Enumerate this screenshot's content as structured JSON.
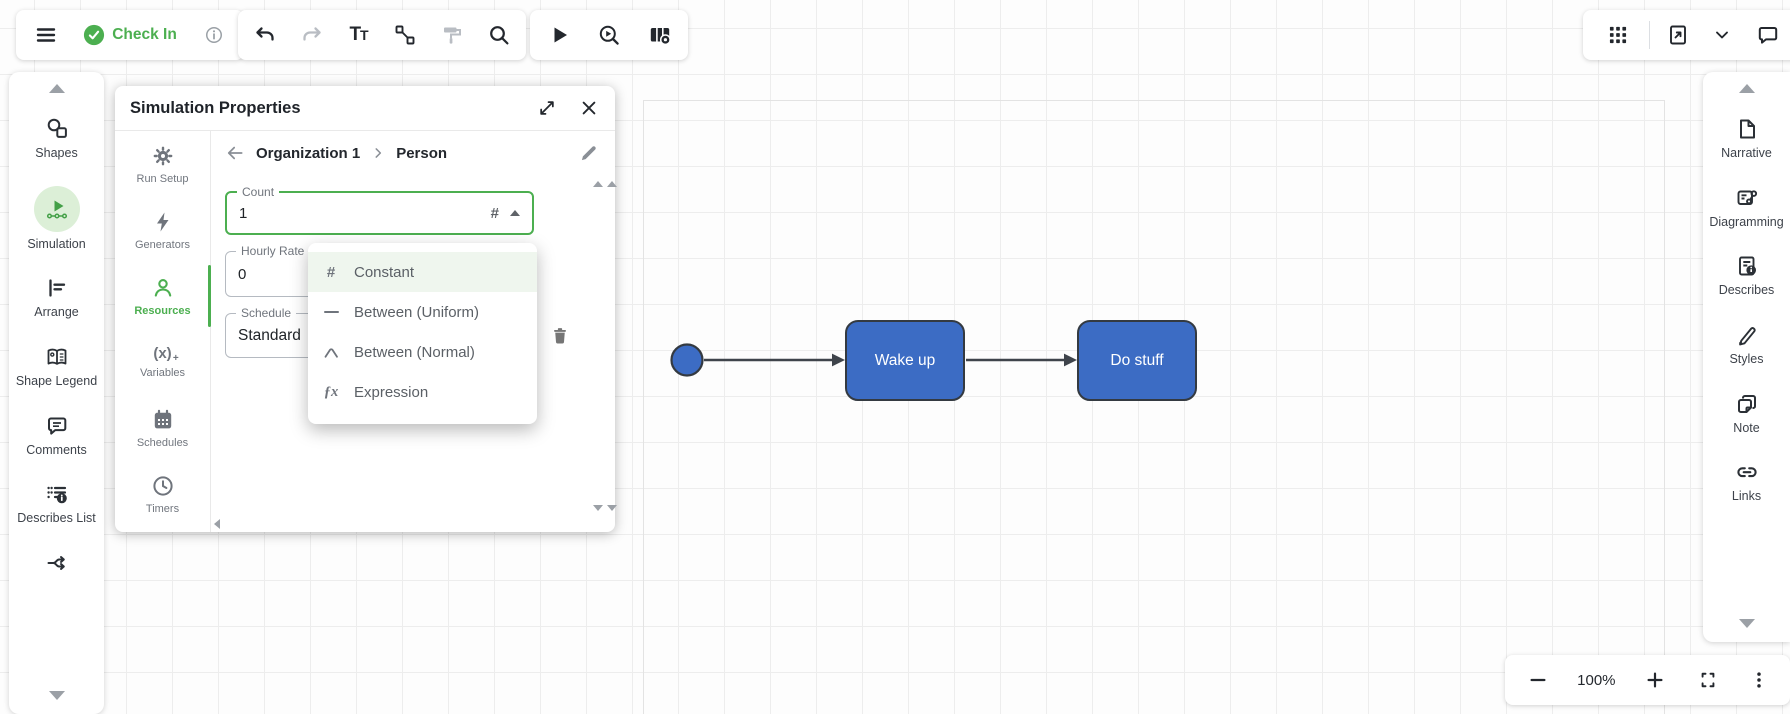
{
  "colors": {
    "accent_green": "#4caf50",
    "node_blue": "#3c6cc4",
    "ink": "#23272d"
  },
  "top_toolbar": {
    "check_in_label": "Check In"
  },
  "left_sidebar": {
    "items": [
      {
        "label": "Shapes",
        "icon": "shapes-icon"
      },
      {
        "label": "Simulation",
        "icon": "simulation-icon",
        "active": true
      },
      {
        "label": "Arrange",
        "icon": "arrange-icon"
      },
      {
        "label": "Shape Legend",
        "icon": "shape-legend-icon"
      },
      {
        "label": "Comments",
        "icon": "comments-icon"
      },
      {
        "label": "Describes List",
        "icon": "describes-list-icon"
      },
      {
        "label": "",
        "icon": "branch-icon"
      }
    ]
  },
  "simulation_panel": {
    "title": "Simulation Properties",
    "tabs": [
      {
        "label": "Run Setup",
        "icon": "gear-icon"
      },
      {
        "label": "Generators",
        "icon": "lightning-icon"
      },
      {
        "label": "Resources",
        "icon": "person-icon",
        "active": true
      },
      {
        "label": "Variables",
        "icon": "variables-icon"
      },
      {
        "label": "Schedules",
        "icon": "calendar-icon"
      },
      {
        "label": "Timers",
        "icon": "clock-icon"
      }
    ],
    "breadcrumb": {
      "parent": "Organization 1",
      "current": "Person"
    },
    "fields": {
      "count": {
        "label": "Count",
        "value": "1",
        "type_glyph": "#"
      },
      "hourly_rate": {
        "label": "Hourly Rate",
        "value": "0"
      },
      "schedule": {
        "label": "Schedule",
        "value": "Standard"
      }
    },
    "type_dropdown": {
      "items": [
        {
          "label": "Constant",
          "icon": "hash-icon",
          "glyph": "#",
          "selected": true
        },
        {
          "label": "Between (Uniform)",
          "icon": "uniform-dash-icon"
        },
        {
          "label": "Between (Normal)",
          "icon": "normal-curve-icon"
        },
        {
          "label": "Expression",
          "icon": "fx-icon",
          "glyph": "ƒx"
        }
      ]
    }
  },
  "canvas": {
    "nodes": [
      {
        "label": "Wake up"
      },
      {
        "label": "Do stuff"
      }
    ]
  },
  "right_sidebar": {
    "items": [
      {
        "label": "Narrative",
        "icon": "narrative-icon"
      },
      {
        "label": "Diagramming",
        "icon": "diagramming-icon"
      },
      {
        "label": "Describes",
        "icon": "describes-icon"
      },
      {
        "label": "Styles",
        "icon": "styles-icon"
      },
      {
        "label": "Note",
        "icon": "note-icon"
      },
      {
        "label": "Links",
        "icon": "links-icon"
      }
    ]
  },
  "zoom_controls": {
    "zoom_level": "100%"
  }
}
